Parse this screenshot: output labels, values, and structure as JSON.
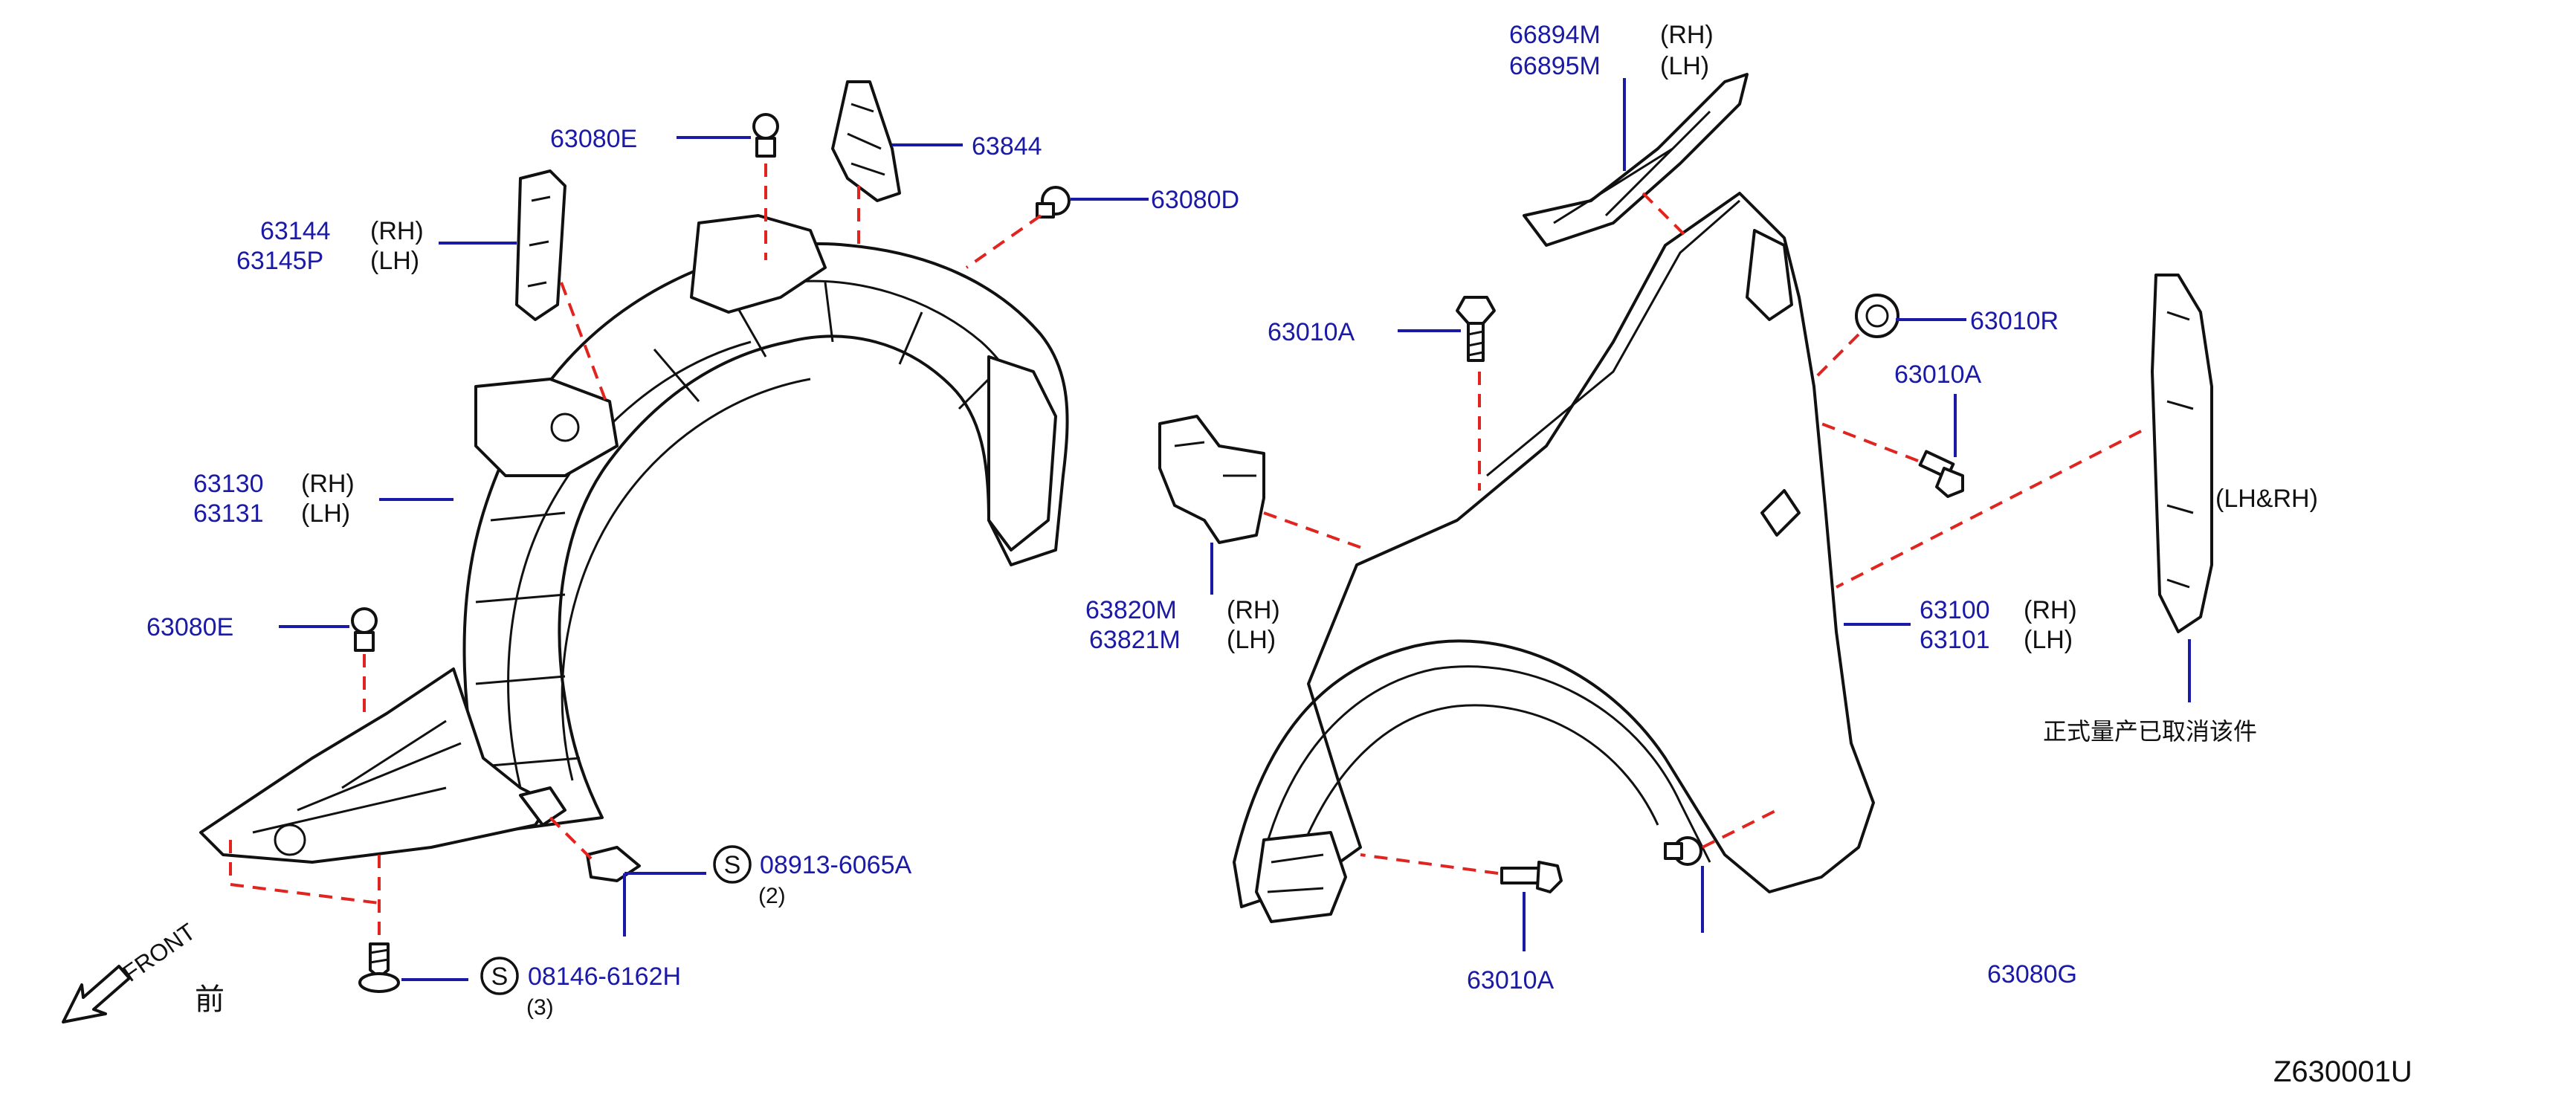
{
  "callouts": [
    {
      "part": "63080E"
    },
    {
      "part": "63844"
    },
    {
      "part": "63080D"
    },
    {
      "part": "63144",
      "side": "(RH)"
    },
    {
      "part": "63145P",
      "side": "(LH)"
    },
    {
      "part": "63130",
      "side": "(RH)"
    },
    {
      "part": "63131",
      "side": "(LH)"
    },
    {
      "part": "63080E"
    },
    {
      "part": "08913-6065A",
      "qty": "(2)",
      "symbol": "S"
    },
    {
      "part": "08146-6162H",
      "qty": "(3)",
      "symbol": "S"
    },
    {
      "part": "66894M",
      "side": "(RH)"
    },
    {
      "part": "66895M",
      "side": "(LH)"
    },
    {
      "part": "63010A"
    },
    {
      "part": "63010R"
    },
    {
      "part": "63010A"
    },
    {
      "part": "63820M",
      "side": "(RH)"
    },
    {
      "part": "63821M",
      "side": "(LH)"
    },
    {
      "part": "63100",
      "side": "(RH)"
    },
    {
      "part": "63101",
      "side": "(LH)"
    },
    {
      "part": "63010A"
    },
    {
      "part": "63080G"
    }
  ],
  "seal_side": "(LH&RH)",
  "discontinued_note": "正式量产已取消该件",
  "front_label": "FRONT",
  "front_chinese": "前",
  "diagram_code": "Z630001U",
  "colors": {
    "part_number": "#1a1aa6",
    "leader_line": "#1a1aa6",
    "dashed_connector": "#e0241f",
    "outline": "#111111"
  }
}
